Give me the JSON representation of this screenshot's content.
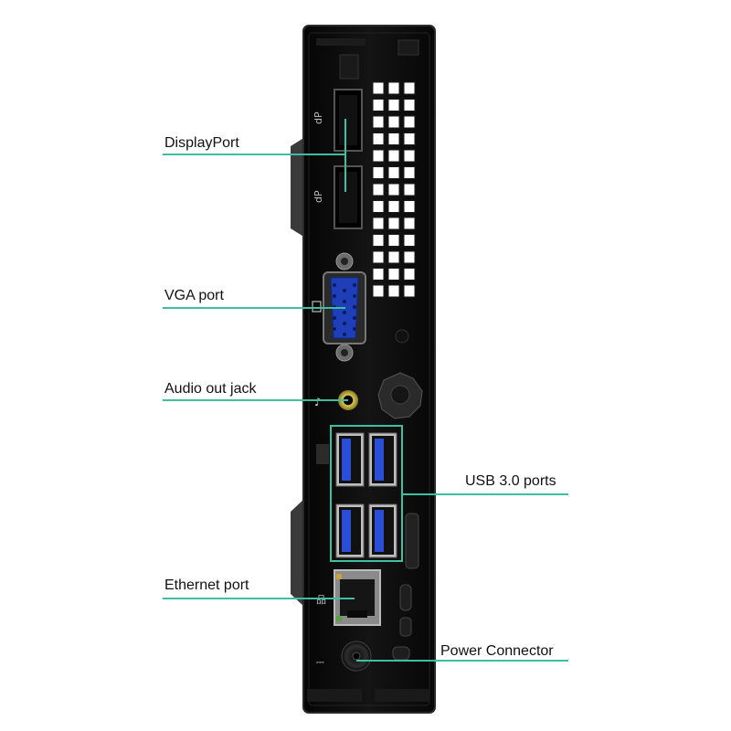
{
  "labels": {
    "displayport": "DisplayPort",
    "vga": "VGA port",
    "audio": "Audio out jack",
    "usb": "USB 3.0 ports",
    "ethernet": "Ethernet port",
    "power": "Power Connector"
  },
  "colors": {
    "leader": "#3dbfa0",
    "chassis": "#0e0e0e",
    "vga_connector": "#1f3fb8",
    "usb_tongue": "#2a4fd6",
    "audio_jack": "#b9a63a"
  }
}
